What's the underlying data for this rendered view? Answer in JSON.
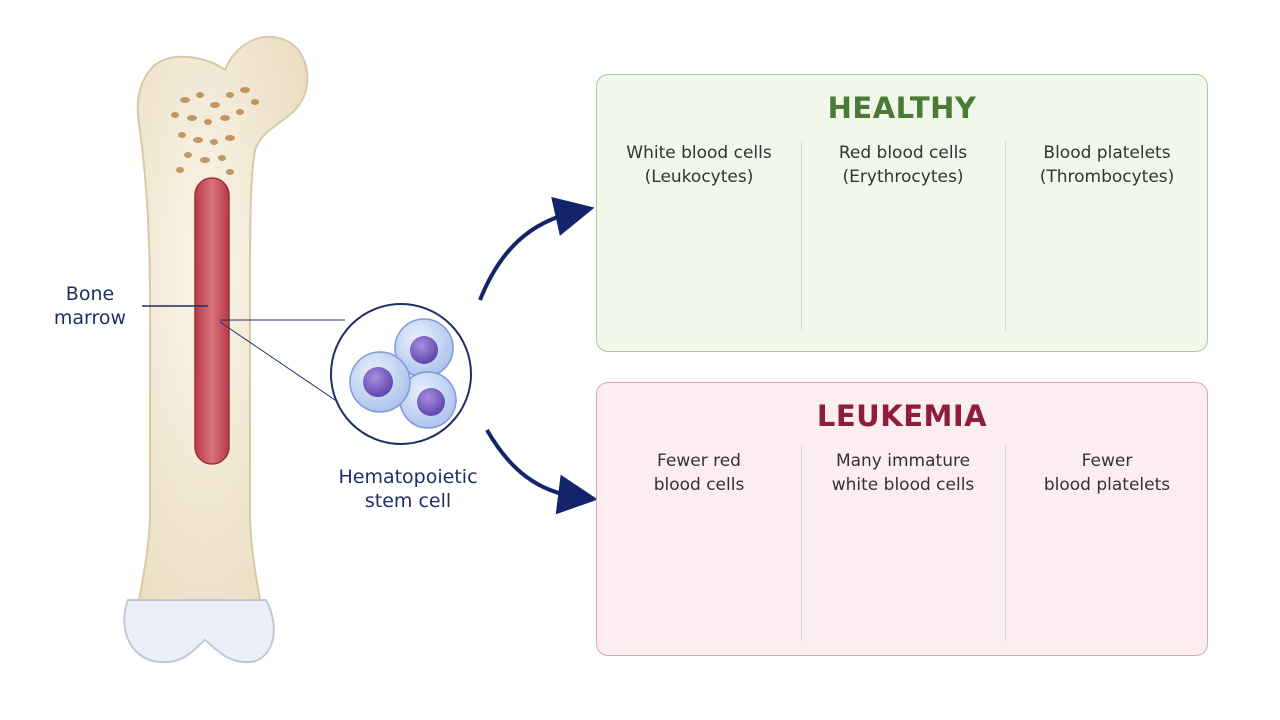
{
  "bone_label": {
    "line1": "Bone",
    "line2": "marrow"
  },
  "stem_cell_label": {
    "line1": "Hematopoietic",
    "line2": "stem cell"
  },
  "healthy": {
    "title": "HEALTHY",
    "columns": [
      {
        "line1": "White blood cells",
        "line2": "(Leukocytes)"
      },
      {
        "line1": "Red blood cells",
        "line2": "(Erythrocytes)"
      },
      {
        "line1": "Blood platelets",
        "line2": "(Thrombocytes)"
      }
    ]
  },
  "leukemia": {
    "title": "LEUKEMIA",
    "columns": [
      {
        "line1": "Fewer red",
        "line2": "blood cells"
      },
      {
        "line1": "Many immature",
        "line2": "white blood cells"
      },
      {
        "line1": "Fewer",
        "line2": "blood platelets"
      }
    ]
  },
  "colors": {
    "healthy_title": "#4a7a34",
    "leukemia_title": "#8e1c3b",
    "label_text": "#1f2f66",
    "arrow": "#13246b",
    "red_cell": "#d42a2a",
    "immature_cell": "#7b63c4",
    "platelet": "#8a7ac8"
  }
}
